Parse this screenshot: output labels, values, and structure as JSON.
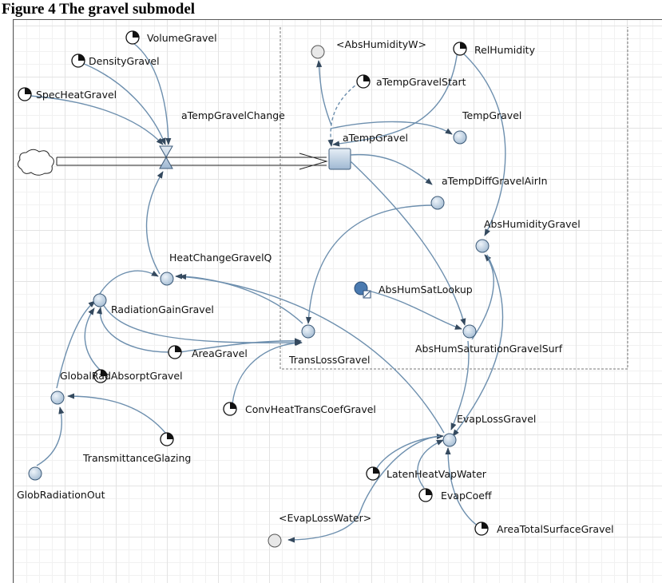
{
  "figure_title": "Figure 4 The gravel submodel",
  "labels": {
    "volume_gravel": "VolumeGravel",
    "density_gravel": "DensityGravel",
    "spec_heat_gravel": "SpecHeatGravel",
    "a_temp_gravel_change": "aTempGravelChange",
    "abs_humidity_w": "<AbsHumidityW>",
    "rel_humidity": "RelHumidity",
    "a_temp_gravel_start": "aTempGravelStart",
    "temp_gravel": "TempGravel",
    "a_temp_gravel": "aTempGravel",
    "a_temp_diff_gravel_air_in": "aTempDiffGravelAirIn",
    "abs_humidity_gravel": "AbsHumidityGravel",
    "heat_change_gravel_q": "HeatChangeGravelQ",
    "abs_hum_sat_lookup": "AbsHumSatLookup",
    "radiation_gain_gravel": "RadiationGainGravel",
    "area_gravel": "AreaGravel",
    "trans_loss_gravel": "TransLossGravel",
    "abs_hum_saturation_gravel_surf": "AbsHumSaturationGravelSurf",
    "global_rad_absorpt_gravel": "GlobalRadAbsorptGravel",
    "conv_heat_trans_coef_gravel": "ConvHeatTransCoefGravel",
    "evap_loss_gravel": "EvapLossGravel",
    "transmittance_glazing": "TransmittanceGlazing",
    "laten_heat_vap_water": "LatenHeatVapWater",
    "glob_radiation_out": "GlobRadiationOut",
    "evap_coeff": "EvapCoeff",
    "evap_loss_water": "<EvapLossWater>",
    "area_total_surface_gravel": "AreaTotalSurfaceGravel"
  },
  "colors": {
    "arrow": "#6d8fae",
    "node_fill": "#c6d6e5",
    "node_stroke": "#3c5a78",
    "shadow_fill": "#e6e6e6",
    "dial_needle": "#111111",
    "stock_fill": "#bfd3e6",
    "lookup_fill": "#4a7ab0"
  }
}
